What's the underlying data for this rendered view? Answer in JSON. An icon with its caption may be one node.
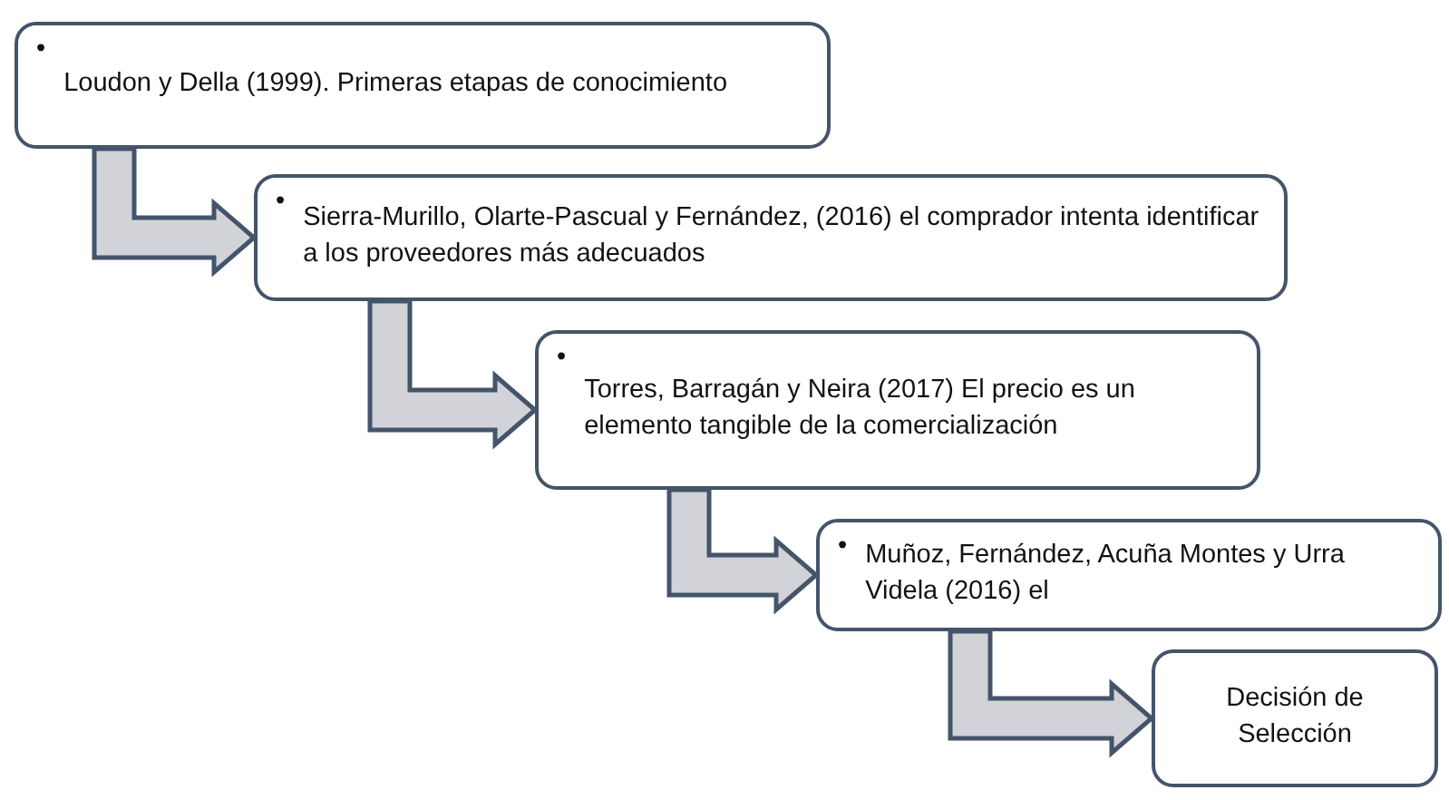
{
  "diagram": {
    "nodes": [
      {
        "text": [
          "•",
          "Loudon y Della (1999). Primeras etapas de conocimiento"
        ]
      },
      {
        "text": [
          "•",
          "Sierra-Murillo, Olarte-Pascual y Fernández, (2016) el comprador intenta identificar a los proveedores más adecuados"
        ]
      },
      {
        "text": [
          "•",
          "Torres, Barragán y Neira (2017) El precio es un elemento tangible de la comercialización"
        ]
      },
      {
        "text": [
          "•",
          "Muñoz, Fernández, Acuña Montes y Urra Videla (2016) el"
        ]
      },
      {
        "text": [
          "Decisión de Selección"
        ]
      }
    ],
    "edges": [
      {
        "from": 0,
        "to": 1,
        "arrow": "to"
      },
      {
        "from": 1,
        "to": 2,
        "arrow": "to"
      },
      {
        "from": 2,
        "to": 3,
        "arrow": "to"
      },
      {
        "from": 3,
        "to": 4,
        "arrow": "to"
      }
    ]
  }
}
